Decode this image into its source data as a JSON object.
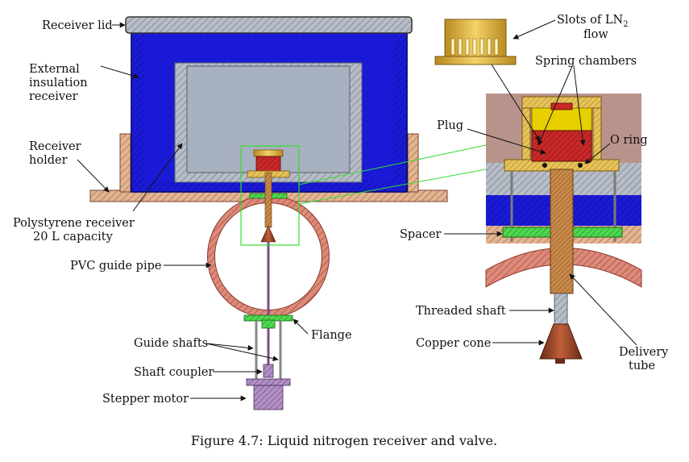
{
  "labels": {
    "receiver_lid": "Receiver lid",
    "external_1": "External",
    "external_2": "insulation",
    "external_3": "receiver",
    "receiver_holder_1": "Receiver",
    "receiver_holder_2": "holder",
    "polystyrene_1": "Polystyrene receiver",
    "polystyrene_2": "20 L capacity",
    "pvc_pipe": "PVC guide pipe",
    "guide_shafts": "Guide shafts",
    "shaft_coupler": "Shaft coupler",
    "stepper_motor": "Stepper motor",
    "flange": "Flange",
    "slots_1": "Slots of LN",
    "slots_sub": "2",
    "slots_2": "flow",
    "spring_chambers": "Spring chambers",
    "plug": "Plug",
    "o_ring": "O ring",
    "spacer": "Spacer",
    "threaded_shaft": "Threaded shaft",
    "copper_cone": "Copper cone",
    "delivery_1": "Delivery",
    "delivery_2": "tube"
  },
  "caption": "Figure 4.7: Liquid nitrogen receiver and valve.",
  "colors": {
    "insulation_blue": "#1a1ad6",
    "inner_grey": "#a7b1bf",
    "holder_brown": "#d9a07a",
    "pvc_red": "#d57a6a",
    "plug_red": "#c82828",
    "plug_yellow": "#e8d000",
    "flange_green": "#33cc33",
    "brass": "#e2b84a",
    "zoom_green": "#33dd33"
  }
}
